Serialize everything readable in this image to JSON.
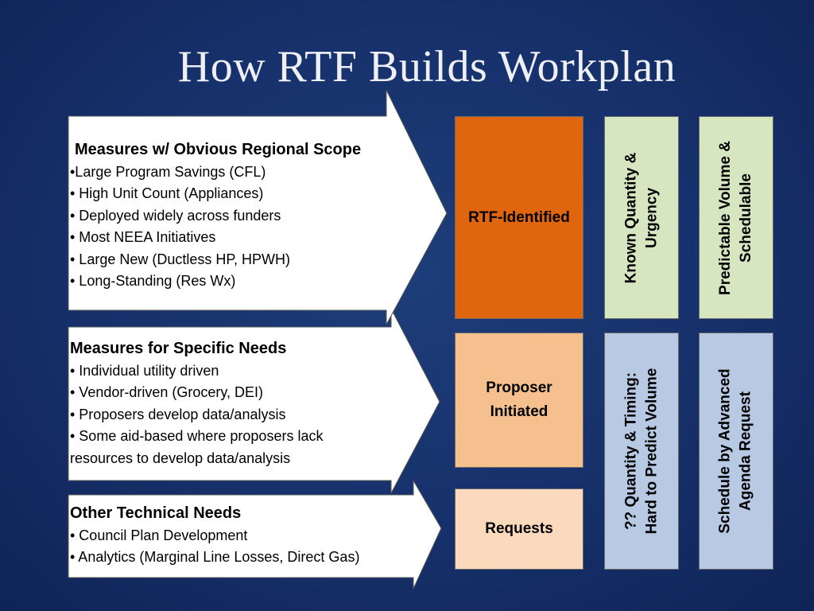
{
  "title": "How RTF Builds Workplan",
  "rows": [
    {
      "heading": "Measures w/ Obvious Regional Scope",
      "bullets": [
        "•Large Program Savings (CFL)",
        "• High Unit Count (Appliances)",
        "• Deployed widely across funders",
        "• Most NEEA Initiatives",
        "• Large New (Ductless HP, HPWH)",
        "• Long-Standing (Res Wx)"
      ]
    },
    {
      "heading": "Measures for Specific Needs",
      "bullets": [
        "• Individual utility driven",
        "• Vendor-driven (Grocery, DEI)",
        "• Proposers develop data/analysis",
        "• Some aid-based where proposers lack resources to develop data/analysis"
      ]
    },
    {
      "heading": "Other Technical Needs",
      "bullets": [
        "• Council Plan Development",
        "• Analytics  (Marginal Line Losses, Direct Gas)"
      ]
    }
  ],
  "categories": [
    {
      "label": "RTF-Identified",
      "color": "#e0650f"
    },
    {
      "label_line1": "Proposer",
      "label_line2": "Initiated",
      "color": "#f5c08e"
    },
    {
      "label": "Requests",
      "color": "#fbd9bd"
    }
  ],
  "columns": {
    "green1": {
      "line1": "Known Quantity &",
      "line2": "Urgency",
      "color": "#d6e6c0"
    },
    "green2": {
      "line1": "Predictable Volume &",
      "line2": "Schedulable",
      "color": "#d6e6c0"
    },
    "blue1": {
      "line1": "?? Quantity  & Timing:",
      "line2": "Hard to Predict Volume",
      "color": "#b7c9e3"
    },
    "blue2": {
      "line1": "Schedule by Advanced",
      "line2": "Agenda Request",
      "color": "#b7c9e3"
    }
  }
}
